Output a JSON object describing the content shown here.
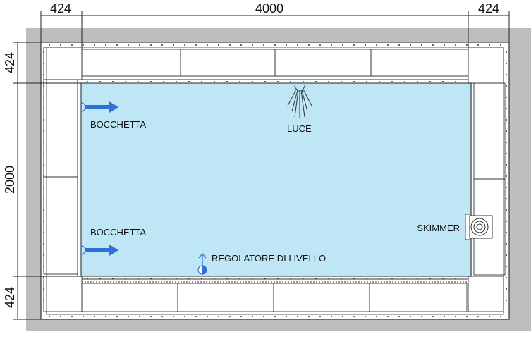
{
  "dimensions": {
    "top_left": "424",
    "top_center": "4000",
    "top_right": "424",
    "left_top": "424",
    "left_middle": "2000",
    "left_bottom": "424"
  },
  "labels": {
    "bocchetta_top": "BOCCHETTA",
    "bocchetta_bottom": "BOCCHETTA",
    "luce": "LUCE",
    "skimmer": "SKIMMER",
    "regolatore": "REGOLATORE DI LIVELLO"
  },
  "colors": {
    "water": "#bfe6f5",
    "surround": "#bdbdbd",
    "deck": "#ffffff",
    "line": "#333333",
    "arrow": "#2f6fd6"
  }
}
